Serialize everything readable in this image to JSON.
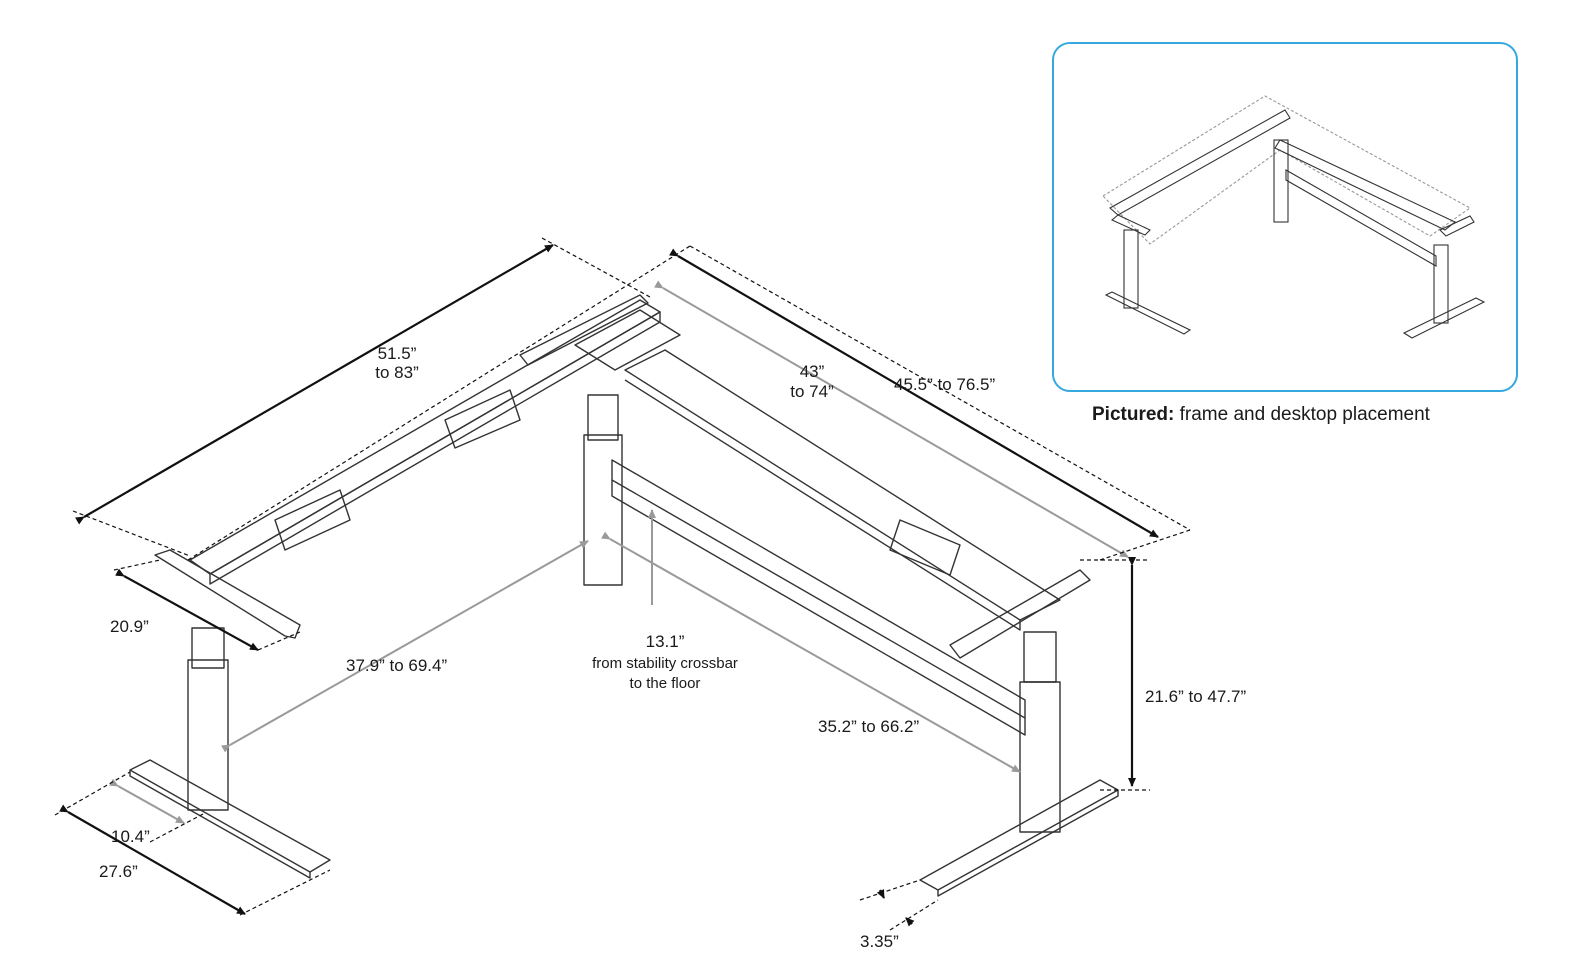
{
  "dimensions": {
    "left_top_length": [
      "51.5”",
      "to 83”"
    ],
    "right_inner_length": [
      "43”",
      "to 74”"
    ],
    "right_outer_length": "45.5” to 76.5”",
    "left_depth": "20.9”",
    "left_crossbar_span": "37.9” to 69.4”",
    "crossbar_clearance": [
      "13.1”",
      "from stability crossbar",
      "to the floor"
    ],
    "right_crossbar_span": "35.2” to 66.2”",
    "height_range": "21.6” to 47.7”",
    "foot_offset": "10.4”",
    "foot_length": "27.6”",
    "foot_width": "3.35”"
  },
  "inset": {
    "caption_bold": "Pictured:",
    "caption_rest": " frame and desktop placement"
  },
  "colors": {
    "accent_border": "#35a8e0",
    "dimension_black": "#111111",
    "dimension_gray": "#9a9a9a",
    "frame_line": "#333333"
  }
}
